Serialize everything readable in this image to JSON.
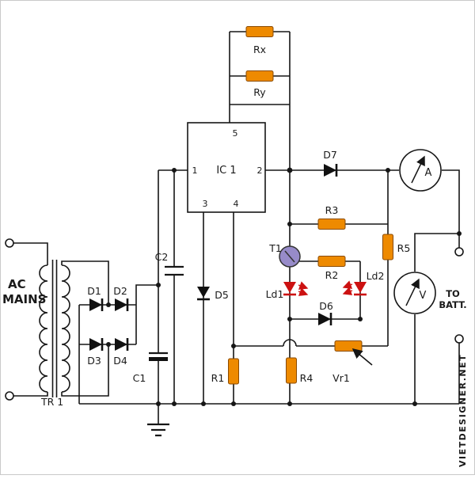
{
  "diagram": {
    "watermark": "VIETDESIGNER.NET",
    "labels": {
      "ac_line1": "AC",
      "ac_line2": "MAINS",
      "transformer": "TR 1",
      "d1": "D1",
      "d2": "D2",
      "d3": "D3",
      "d4": "D4",
      "d5": "D5",
      "d6": "D6",
      "d7": "D7",
      "c1": "C1",
      "c2": "C2",
      "r1": "R1",
      "r2": "R2",
      "r3": "R3",
      "r4": "R4",
      "r5": "R5",
      "rx": "Rx",
      "ry": "Ry",
      "vr1": "Vr1",
      "ld1": "Ld1",
      "ld2": "Ld2",
      "t1": "T1",
      "ic": "IC 1",
      "pin1": "1",
      "pin2": "2",
      "pin3": "3",
      "pin4": "4",
      "pin5": "5",
      "ammeter": "A",
      "voltmeter": "V",
      "to_batt_line1": "TO",
      "to_batt_line2": "BATT."
    },
    "colors": {
      "resistor": "#EE8A00",
      "resistor_border": "#8a4a00",
      "led": "#CC1111",
      "transistor": "#978BC9",
      "wire": "#161616",
      "watermark": "#CC3333"
    }
  }
}
